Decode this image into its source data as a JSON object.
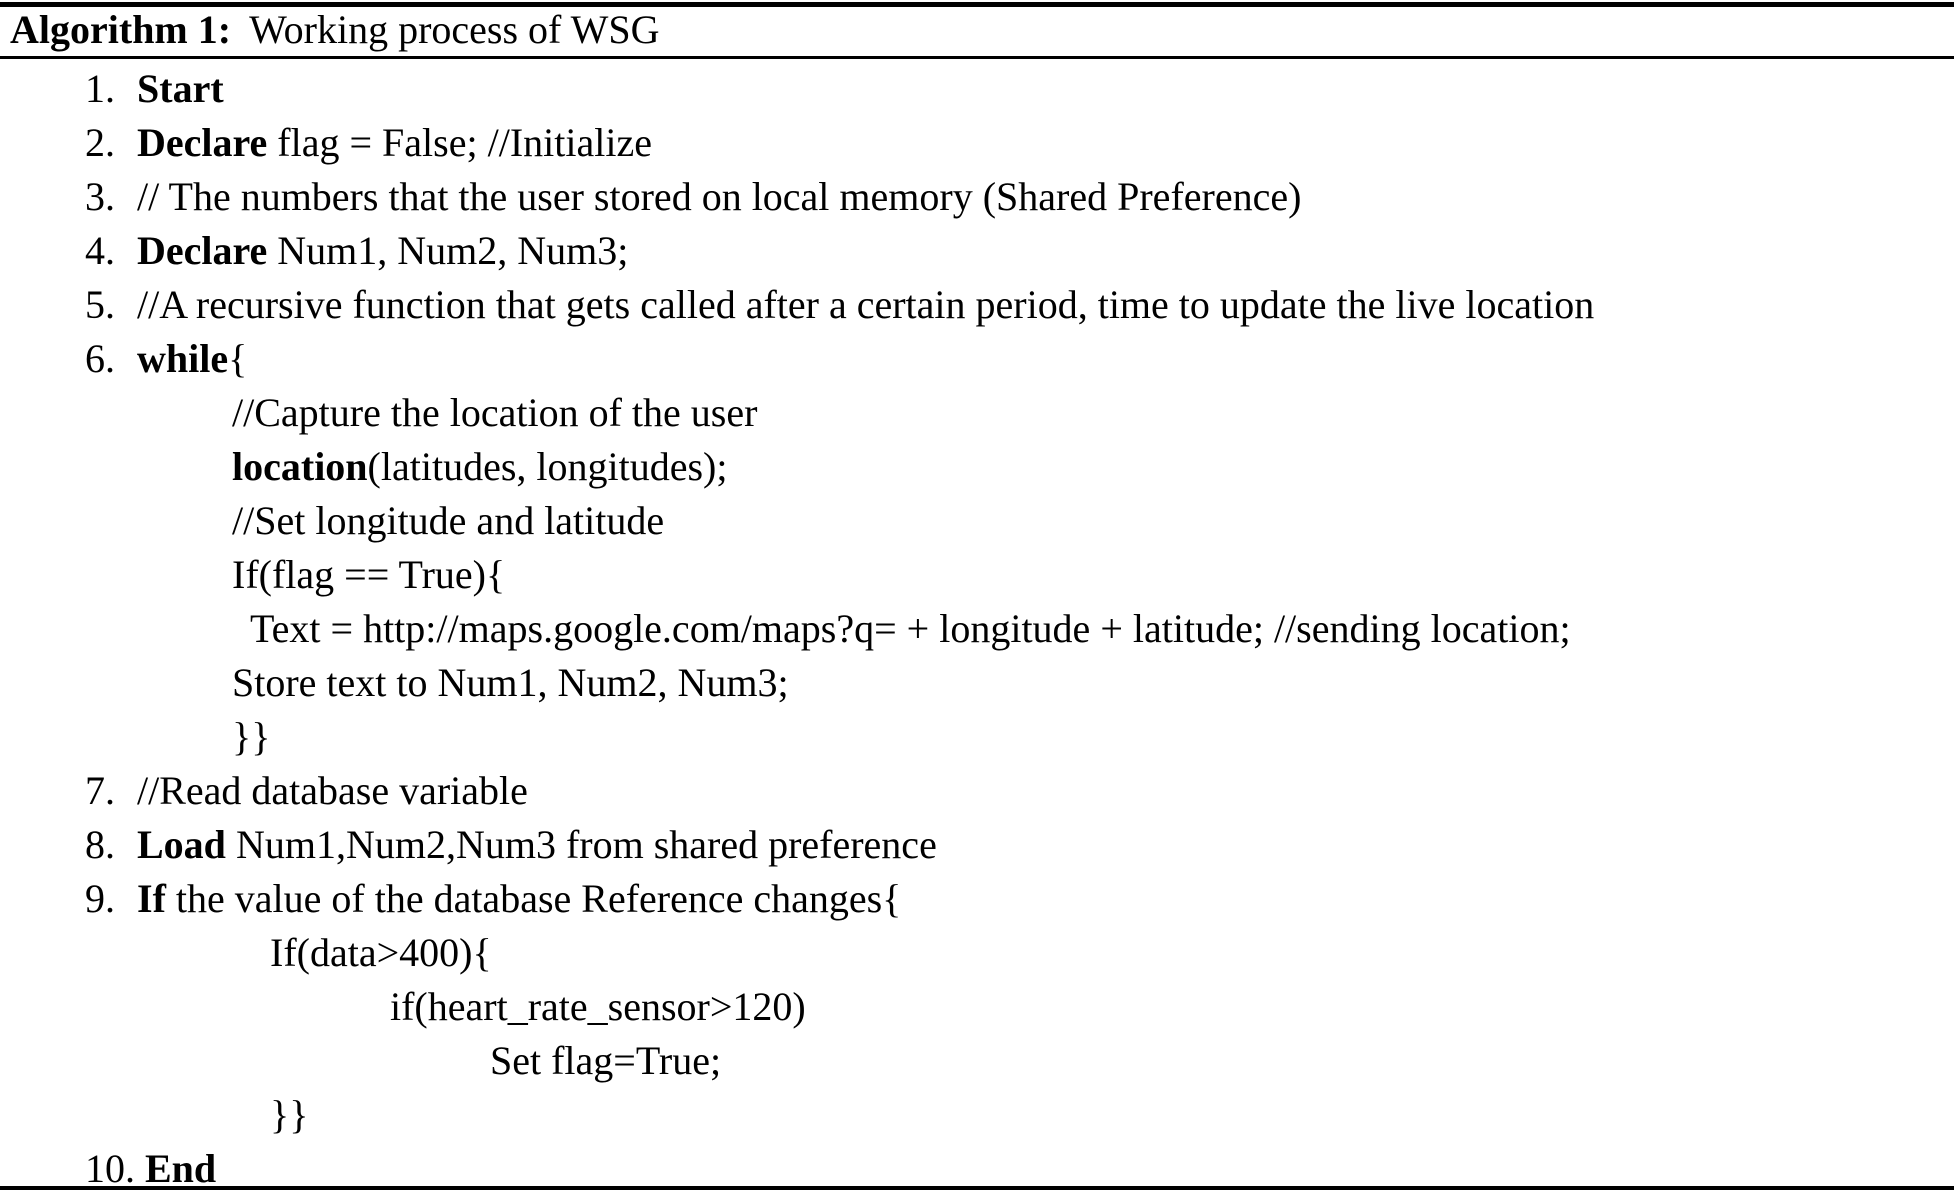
{
  "algorithm": {
    "label": "Algorithm 1:",
    "caption": "Working process of WSG",
    "lines": [
      {
        "number": "1.",
        "indent": 0,
        "bold": "Start",
        "text": ""
      },
      {
        "number": "2.",
        "indent": 0,
        "bold": "Declare",
        "text": " flag = False; //Initialize"
      },
      {
        "number": "3.",
        "indent": 0,
        "bold": "",
        "text": "// The numbers that the user stored on local memory (Shared Preference)"
      },
      {
        "number": "4.",
        "indent": 0,
        "bold": "Declare",
        "text": " Num1, Num2, Num3;"
      },
      {
        "number": "5.",
        "indent": 0,
        "bold": "",
        "text": "//A recursive function that gets called after a certain period, time to update the live location"
      },
      {
        "number": "6.",
        "indent": 0,
        "bold": "while",
        "text": "{"
      },
      {
        "number": "",
        "indent": 1,
        "bold": "",
        "text": "//Capture the location of the user"
      },
      {
        "number": "",
        "indent": 1,
        "bold": "location",
        "text": "(latitudes, longitudes);"
      },
      {
        "number": "",
        "indent": 1,
        "bold": "",
        "text": "//Set longitude and latitude"
      },
      {
        "number": "",
        "indent": 1,
        "bold": "",
        "text": "If(flag == True){"
      },
      {
        "number": "",
        "indent": 2,
        "bold": "",
        "text": "Text = http://maps.google.com/maps?q= + longitude + latitude; //sending location;"
      },
      {
        "number": "",
        "indent": 1,
        "bold": "",
        "text": "Store text to Num1, Num2, Num3;"
      },
      {
        "number": "",
        "indent": 1,
        "bold": "",
        "text": "}}"
      },
      {
        "number": "7.",
        "indent": 0,
        "bold": "",
        "text": "//Read database variable"
      },
      {
        "number": "8.",
        "indent": 0,
        "bold": "Load",
        "text": " Num1,Num2,Num3 from shared preference"
      },
      {
        "number": "9.",
        "indent": 0,
        "bold": "If",
        "text": " the value of the database Reference changes{"
      },
      {
        "number": "",
        "indent": 3,
        "bold": "",
        "text": "If(data>400){"
      },
      {
        "number": "",
        "indent": 4,
        "bold": "",
        "text": "if(heart_rate_sensor>120)"
      },
      {
        "number": "",
        "indent": 5,
        "bold": "",
        "text": "Set flag=True;"
      },
      {
        "number": "",
        "indent": 3,
        "bold": "",
        "text": "}}"
      },
      {
        "number": "10.",
        "indent": 0,
        "bold": "End",
        "text": ""
      }
    ]
  }
}
